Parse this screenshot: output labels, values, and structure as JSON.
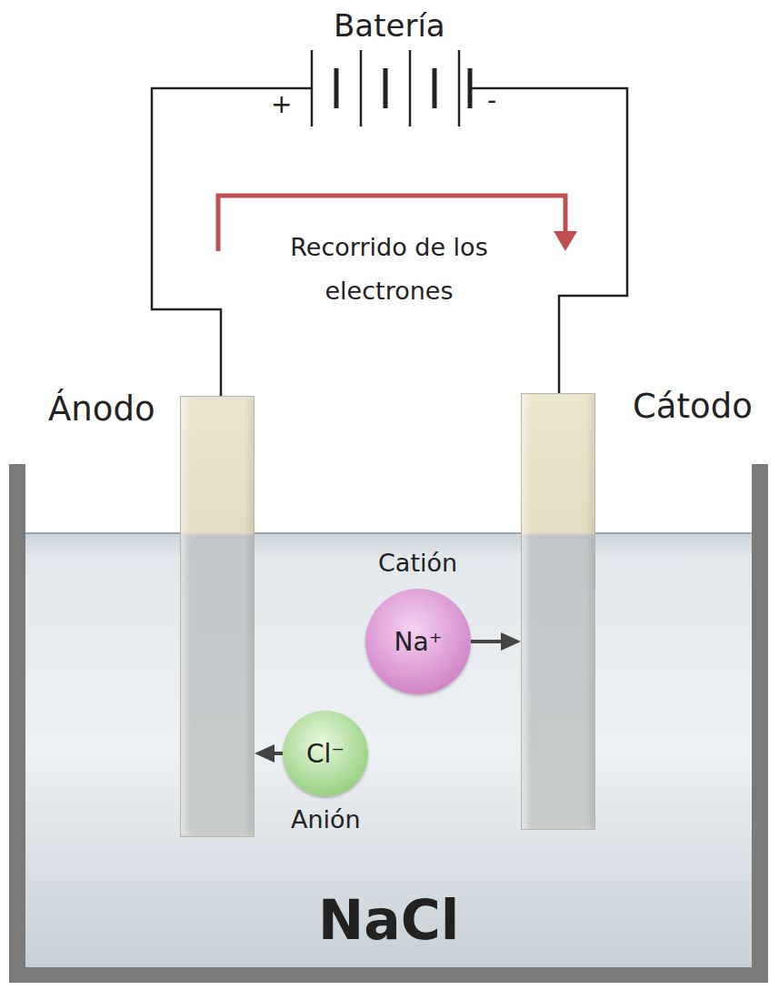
{
  "diagram": {
    "nodes": [
      {
        "text": [
          "Ánodo"
        ]
      },
      {
        "text": [
          "Cátodo"
        ]
      },
      {
        "text": [
          "Catión",
          "Na⁺"
        ]
      },
      {
        "text": [
          "Cl⁻",
          "Anión"
        ]
      }
    ],
    "edges": [
      {
        "from": 2,
        "to": 1,
        "arrow": "to"
      },
      {
        "from": 3,
        "to": 0,
        "arrow": "to"
      }
    ],
    "labels": [
      "Batería",
      "+",
      "-",
      "Recorrido de los electrones",
      "NaCl"
    ]
  }
}
